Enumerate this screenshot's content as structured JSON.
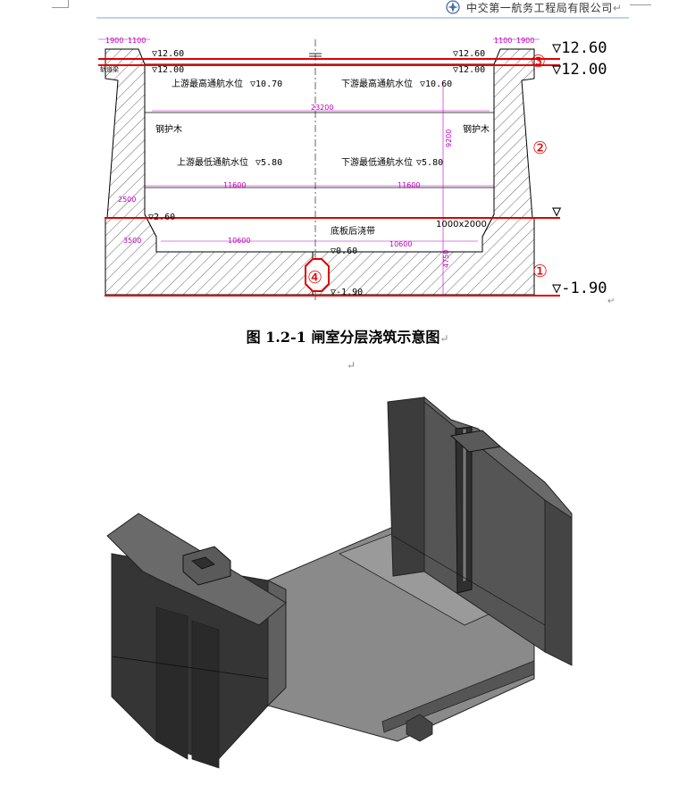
{
  "header": {
    "company": "中交第一航务工程局有限公司",
    "return_mark": "↵"
  },
  "drawing": {
    "top_dims": {
      "left_a": "1900",
      "left_b": "1100",
      "right_a": "1100",
      "right_b": "1900"
    },
    "elevations": {
      "top_left": "12.60",
      "top_left_2": "12.00",
      "top_right": "12.60",
      "top_right_2": "12.00",
      "upstream_high_value": "10.70",
      "downstream_high_value": "10.60",
      "upstream_low_value": "5.80",
      "downstream_low_value": "5.80",
      "step": "2.60",
      "gap": "0.60",
      "bottom": "-1.90"
    },
    "labels": {
      "upstream_high": "上游最高通航水位",
      "downstream_high": "下游最高通航水位",
      "upstream_low": "上游最低通航水位",
      "downstream_low": "下游最低通航水位",
      "steel_fender_left": "钢护木",
      "steel_fender_right": "钢护木",
      "post_pour_strip": "底板后浇带",
      "corner": "1000x2000",
      "rail_left": "轨道梁"
    },
    "dims": {
      "width_total": "23200",
      "height_wall": "9200",
      "width_mid_left": "11600",
      "width_mid_right": "11600",
      "width_low_left": "10600",
      "width_low_right": "10600",
      "left_2500": "2500",
      "left_3500": "3500",
      "base_4750": "4750"
    },
    "big_elevations": {
      "e1": "12.60",
      "e2": "12.00",
      "e3": "-1.90"
    },
    "layer_numbers": {
      "n1": "①",
      "n2": "②",
      "n3": "③",
      "n4": "④"
    },
    "colors": {
      "cut_line": "#e00000",
      "dimension": "#c000c0",
      "hatch": "#000000"
    }
  },
  "caption": {
    "number": "图 1.2-1",
    "title": "闸室分层浇筑示意图",
    "return_mark": "↵"
  },
  "paragraph_mark": "↵"
}
